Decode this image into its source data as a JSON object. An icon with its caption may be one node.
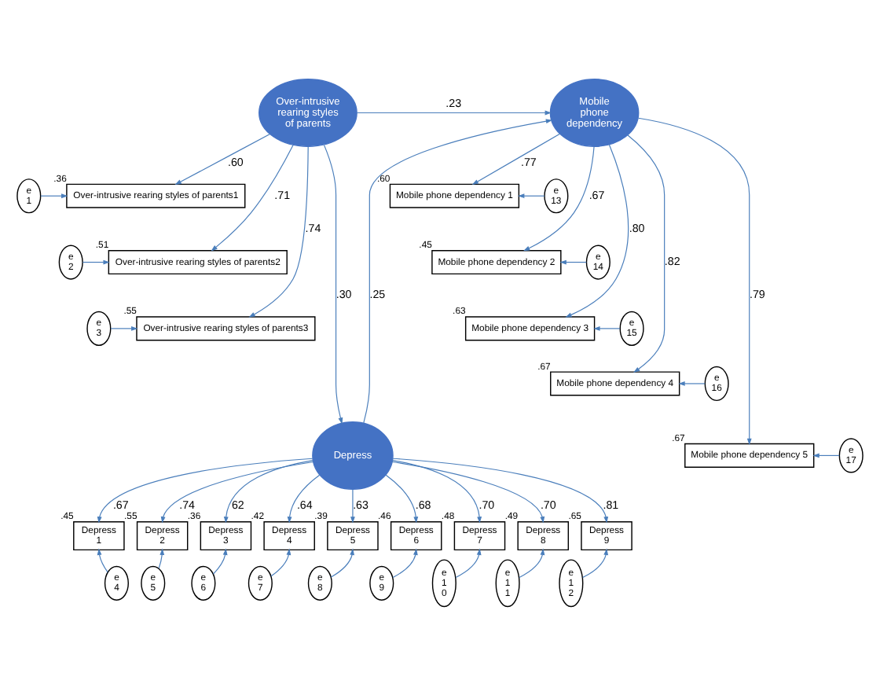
{
  "diagram": {
    "nodes": [
      {
        "text": [
          "e 1"
        ]
      },
      {
        "text": [
          "Over-intrusive rearing styles of parents1"
        ],
        "beside": [
          ".36"
        ]
      },
      {
        "text": [
          "e 2"
        ]
      },
      {
        "text": [
          "Over-intrusive rearing styles of parents2"
        ],
        "beside": [
          ".51"
        ]
      },
      {
        "text": [
          "e 3"
        ]
      },
      {
        "text": [
          "Over-intrusive rearing styles of parents3"
        ],
        "beside": [
          ".55"
        ]
      },
      {
        "text": [
          "Over-intrusive rearing styles of parents"
        ]
      },
      {
        "text": [
          "Mobile phone dependency"
        ]
      },
      {
        "text": [
          "Mobile phone dependency 1"
        ],
        "beside": [
          ".60"
        ]
      },
      {
        "text": [
          "e 13"
        ]
      },
      {
        "text": [
          "Mobile phone dependency 2"
        ],
        "beside": [
          ".45"
        ]
      },
      {
        "text": [
          "e 14"
        ]
      },
      {
        "text": [
          "Mobile phone dependency 3"
        ],
        "beside": [
          ".63"
        ]
      },
      {
        "text": [
          "e 15"
        ]
      },
      {
        "text": [
          "Mobile phone dependency 4"
        ],
        "beside": [
          ".67"
        ]
      },
      {
        "text": [
          "e 16"
        ]
      },
      {
        "text": [
          "Mobile phone dependency 5"
        ],
        "beside": [
          ".67"
        ]
      },
      {
        "text": [
          "e 17"
        ]
      },
      {
        "text": [
          "Depress"
        ]
      },
      {
        "text": [
          "Depress 1"
        ],
        "beside": [
          ".45"
        ]
      },
      {
        "text": [
          "Depress 2"
        ],
        "beside": [
          ".55"
        ]
      },
      {
        "text": [
          "Depress 3"
        ],
        "beside": [
          ".36"
        ]
      },
      {
        "text": [
          "Depress 4"
        ],
        "beside": [
          ".42"
        ]
      },
      {
        "text": [
          "Depress 5"
        ],
        "beside": [
          ".39"
        ]
      },
      {
        "text": [
          "Depress 6"
        ],
        "beside": [
          ".46"
        ]
      },
      {
        "text": [
          "Depress 7"
        ],
        "beside": [
          ".48"
        ]
      },
      {
        "text": [
          "Depress 8"
        ],
        "beside": [
          ".49"
        ]
      },
      {
        "text": [
          "Depress 9"
        ],
        "beside": [
          ".65"
        ]
      },
      {
        "text": [
          "e 4"
        ]
      },
      {
        "text": [
          "e 5"
        ]
      },
      {
        "text": [
          "e 6"
        ]
      },
      {
        "text": [
          "e 7"
        ]
      },
      {
        "text": [
          "e 8"
        ]
      },
      {
        "text": [
          "e 9"
        ]
      },
      {
        "text": [
          "e 1 0"
        ]
      },
      {
        "text": [
          "e 1 1"
        ]
      },
      {
        "text": [
          "e 1 2"
        ]
      }
    ],
    "edges": [
      {
        "from": 0,
        "to": 1,
        "arrow": "to"
      },
      {
        "from": 2,
        "to": 3,
        "arrow": "to"
      },
      {
        "from": 4,
        "to": 5,
        "arrow": "to"
      },
      {
        "from": 6,
        "to": 1,
        "arrow": "to",
        "label": ".60"
      },
      {
        "from": 6,
        "to": 3,
        "arrow": "to",
        "label": ".71"
      },
      {
        "from": 6,
        "to": 5,
        "arrow": "to",
        "label": ".74"
      },
      {
        "from": 6,
        "to": 7,
        "arrow": "to",
        "label": ".23"
      },
      {
        "from": 6,
        "to": 18,
        "arrow": "to",
        "label": ".30"
      },
      {
        "from": 18,
        "to": 7,
        "arrow": "to",
        "label": ".25"
      },
      {
        "from": 7,
        "to": 8,
        "arrow": "to",
        "label": ".77"
      },
      {
        "from": 7,
        "to": 10,
        "arrow": "to",
        "label": ".67"
      },
      {
        "from": 7,
        "to": 12,
        "arrow": "to",
        "label": ".80"
      },
      {
        "from": 7,
        "to": 14,
        "arrow": "to",
        "label": ".82"
      },
      {
        "from": 7,
        "to": 16,
        "arrow": "to",
        "label": ".79"
      },
      {
        "from": 9,
        "to": 8,
        "arrow": "to"
      },
      {
        "from": 11,
        "to": 10,
        "arrow": "to"
      },
      {
        "from": 13,
        "to": 12,
        "arrow": "to"
      },
      {
        "from": 15,
        "to": 14,
        "arrow": "to"
      },
      {
        "from": 17,
        "to": 16,
        "arrow": "to"
      },
      {
        "from": 18,
        "to": 19,
        "arrow": "to",
        "label": ".67"
      },
      {
        "from": 18,
        "to": 20,
        "arrow": "to",
        "label": ".74"
      },
      {
        "from": 18,
        "to": 21,
        "arrow": "to",
        "label": "62"
      },
      {
        "from": 18,
        "to": 22,
        "arrow": "to",
        "label": ".64"
      },
      {
        "from": 18,
        "to": 23,
        "arrow": "to",
        "label": ".63"
      },
      {
        "from": 18,
        "to": 24,
        "arrow": "to",
        "label": ".68"
      },
      {
        "from": 18,
        "to": 25,
        "arrow": "to",
        "label": ".70"
      },
      {
        "from": 18,
        "to": 26,
        "arrow": "to",
        "label": ".70"
      },
      {
        "from": 18,
        "to": 27,
        "arrow": "to",
        "label": ".81"
      },
      {
        "from": 28,
        "to": 19,
        "arrow": "to"
      },
      {
        "from": 29,
        "to": 20,
        "arrow": "to"
      },
      {
        "from": 30,
        "to": 21,
        "arrow": "to"
      },
      {
        "from": 31,
        "to": 22,
        "arrow": "to"
      },
      {
        "from": 32,
        "to": 23,
        "arrow": "to"
      },
      {
        "from": 33,
        "to": 24,
        "arrow": "to"
      },
      {
        "from": 34,
        "to": 25,
        "arrow": "to"
      },
      {
        "from": 35,
        "to": 26,
        "arrow": "to"
      },
      {
        "from": 36,
        "to": 27,
        "arrow": "to"
      }
    ]
  }
}
